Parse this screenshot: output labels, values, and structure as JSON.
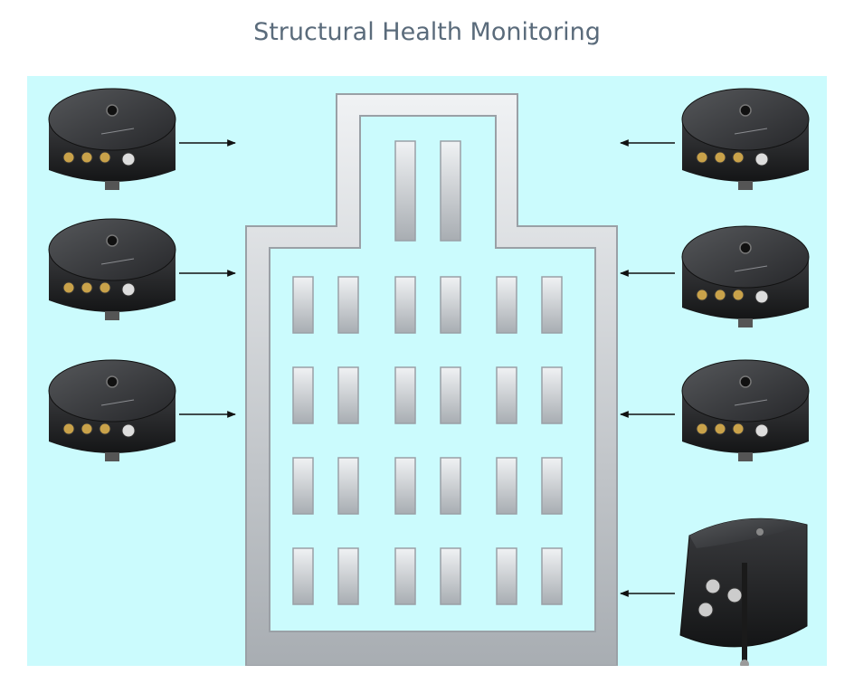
{
  "title": "Structural Health Monitoring",
  "colors": {
    "background": "#cbfbfd",
    "title": "#5a6b7b",
    "building_light": "#f0f2f4",
    "building_dark": "#a8adb2",
    "sensor_body": "#2a2b2d",
    "arrow": "#111111",
    "connector_gold": "#c9a24a"
  },
  "sensors": [
    {
      "name": "sensor-left-1",
      "side": "left",
      "model": "round"
    },
    {
      "name": "sensor-left-2",
      "side": "left",
      "model": "round"
    },
    {
      "name": "sensor-left-3",
      "side": "left",
      "model": "round"
    },
    {
      "name": "sensor-right-1",
      "side": "right",
      "model": "round"
    },
    {
      "name": "sensor-right-2",
      "side": "right",
      "model": "round"
    },
    {
      "name": "sensor-right-3",
      "side": "right",
      "model": "round"
    },
    {
      "name": "sensor-right-4",
      "side": "right",
      "model": "box"
    }
  ],
  "arrows": [
    {
      "name": "arrow-left-1",
      "direction": "right"
    },
    {
      "name": "arrow-left-2",
      "direction": "right"
    },
    {
      "name": "arrow-left-3",
      "direction": "right"
    },
    {
      "name": "arrow-right-1",
      "direction": "left"
    },
    {
      "name": "arrow-right-2",
      "direction": "left"
    },
    {
      "name": "arrow-right-3",
      "direction": "left"
    },
    {
      "name": "arrow-right-4",
      "direction": "left"
    }
  ],
  "building": {
    "tower_windows": 2,
    "floors": 4,
    "windows_per_floor": 6
  }
}
